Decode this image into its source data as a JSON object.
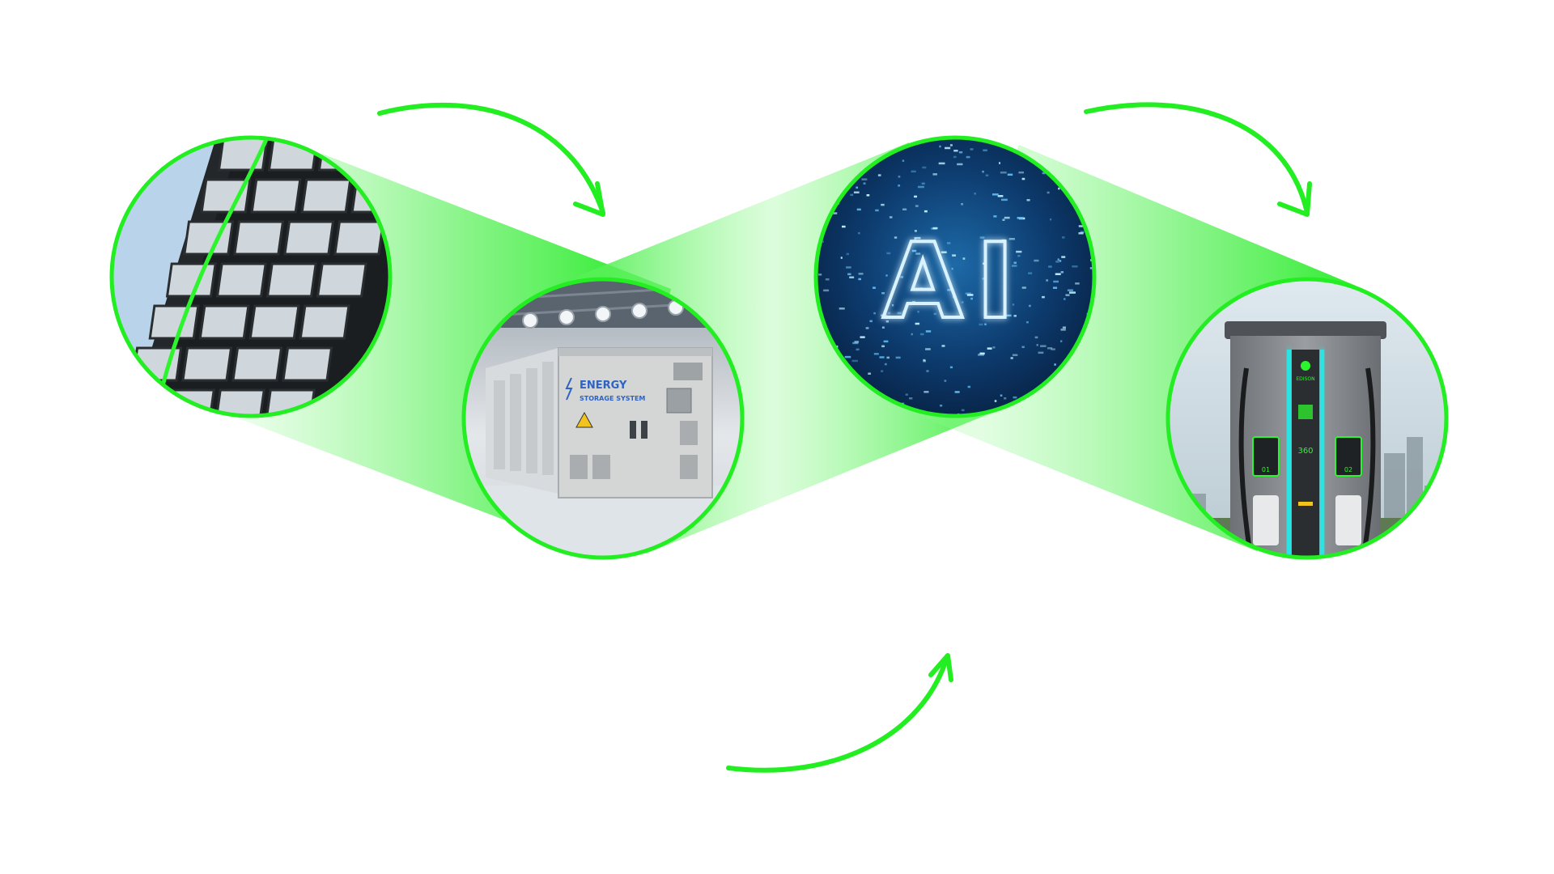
{
  "colors": {
    "accent": "#22ee22",
    "accent_dark": "#12c012",
    "beam": "#5cf55c",
    "background": "#ffffff"
  },
  "nodes": [
    {
      "id": "solar-canopy",
      "icon": "solar-panel-canopy-photo"
    },
    {
      "id": "energy-storage",
      "icon": "energy-storage-container-photo",
      "sign_line1": "ENERGY",
      "sign_line2": "STORAGE SYSTEM"
    },
    {
      "id": "ai",
      "icon": "ai-digital-photo",
      "label": "AI"
    },
    {
      "id": "ev-charger",
      "icon": "ev-charging-station-photo",
      "brand": "EDISON",
      "power": "360",
      "port_left": "01",
      "port_right": "02"
    }
  ],
  "arrows": [
    {
      "id": "arrow-solar-to-storage",
      "icon": "curved-arrow-icon"
    },
    {
      "id": "arrow-storage-to-ai",
      "icon": "curved-arrow-icon"
    },
    {
      "id": "arrow-ai-to-charger",
      "icon": "curved-arrow-icon"
    }
  ]
}
